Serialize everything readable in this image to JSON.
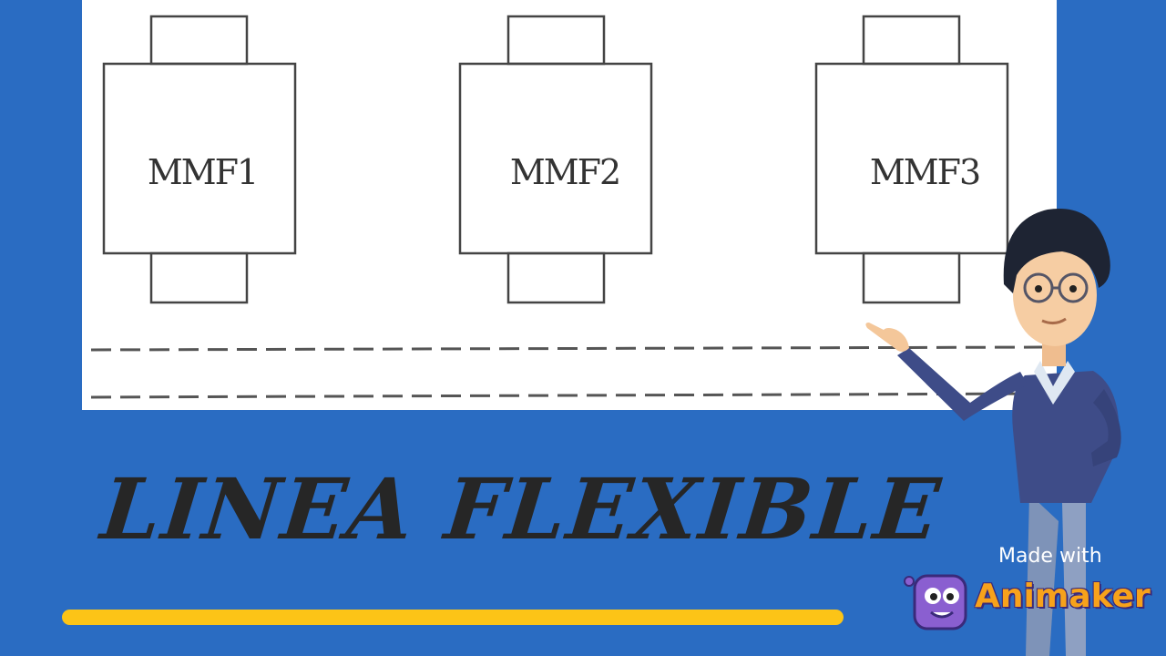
{
  "diagram": {
    "machines": [
      {
        "label": "MMF1"
      },
      {
        "label": "MMF2"
      },
      {
        "label": "MMF3"
      }
    ]
  },
  "title": "LINEA FLEXIBLE",
  "watermark": {
    "made_with": "Made with",
    "brand": "Animaker"
  },
  "colors": {
    "background": "#2a6cc2",
    "panel": "#ffffff",
    "accent_bar": "#fcc417",
    "title_text": "#262626",
    "brand": "#f7a21b"
  },
  "icons": [
    "presenter-character",
    "animaker-logo-icon"
  ]
}
